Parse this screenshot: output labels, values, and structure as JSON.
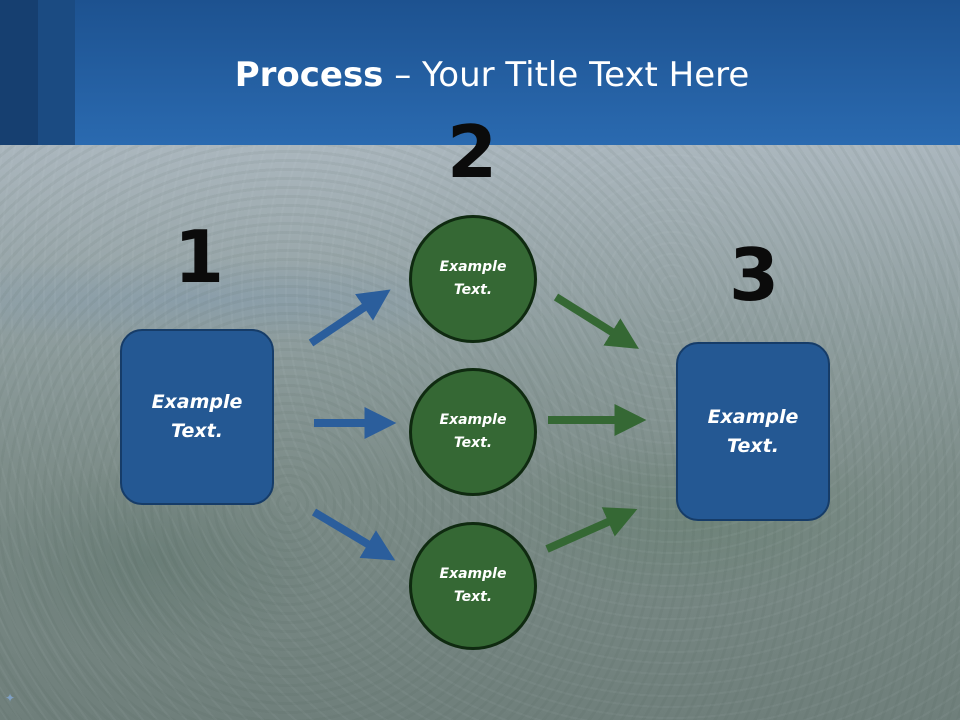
{
  "slide": {
    "title_bold": "Process",
    "title_rest": " – Your Title Text Here"
  },
  "steps": {
    "one": "1",
    "two": "2",
    "three": "3"
  },
  "nodes": {
    "left_box": "Example\nText.",
    "circle_top": "Example\nText.",
    "circle_middle": "Example\nText.",
    "circle_bottom": "Example\nText.",
    "right_box": "Example\nText."
  },
  "colors": {
    "header": "#2a6ab0",
    "box_fill": "#245893",
    "circle_fill": "#356834",
    "arrow_blue": "#2b5e9c",
    "arrow_green": "#356834"
  }
}
